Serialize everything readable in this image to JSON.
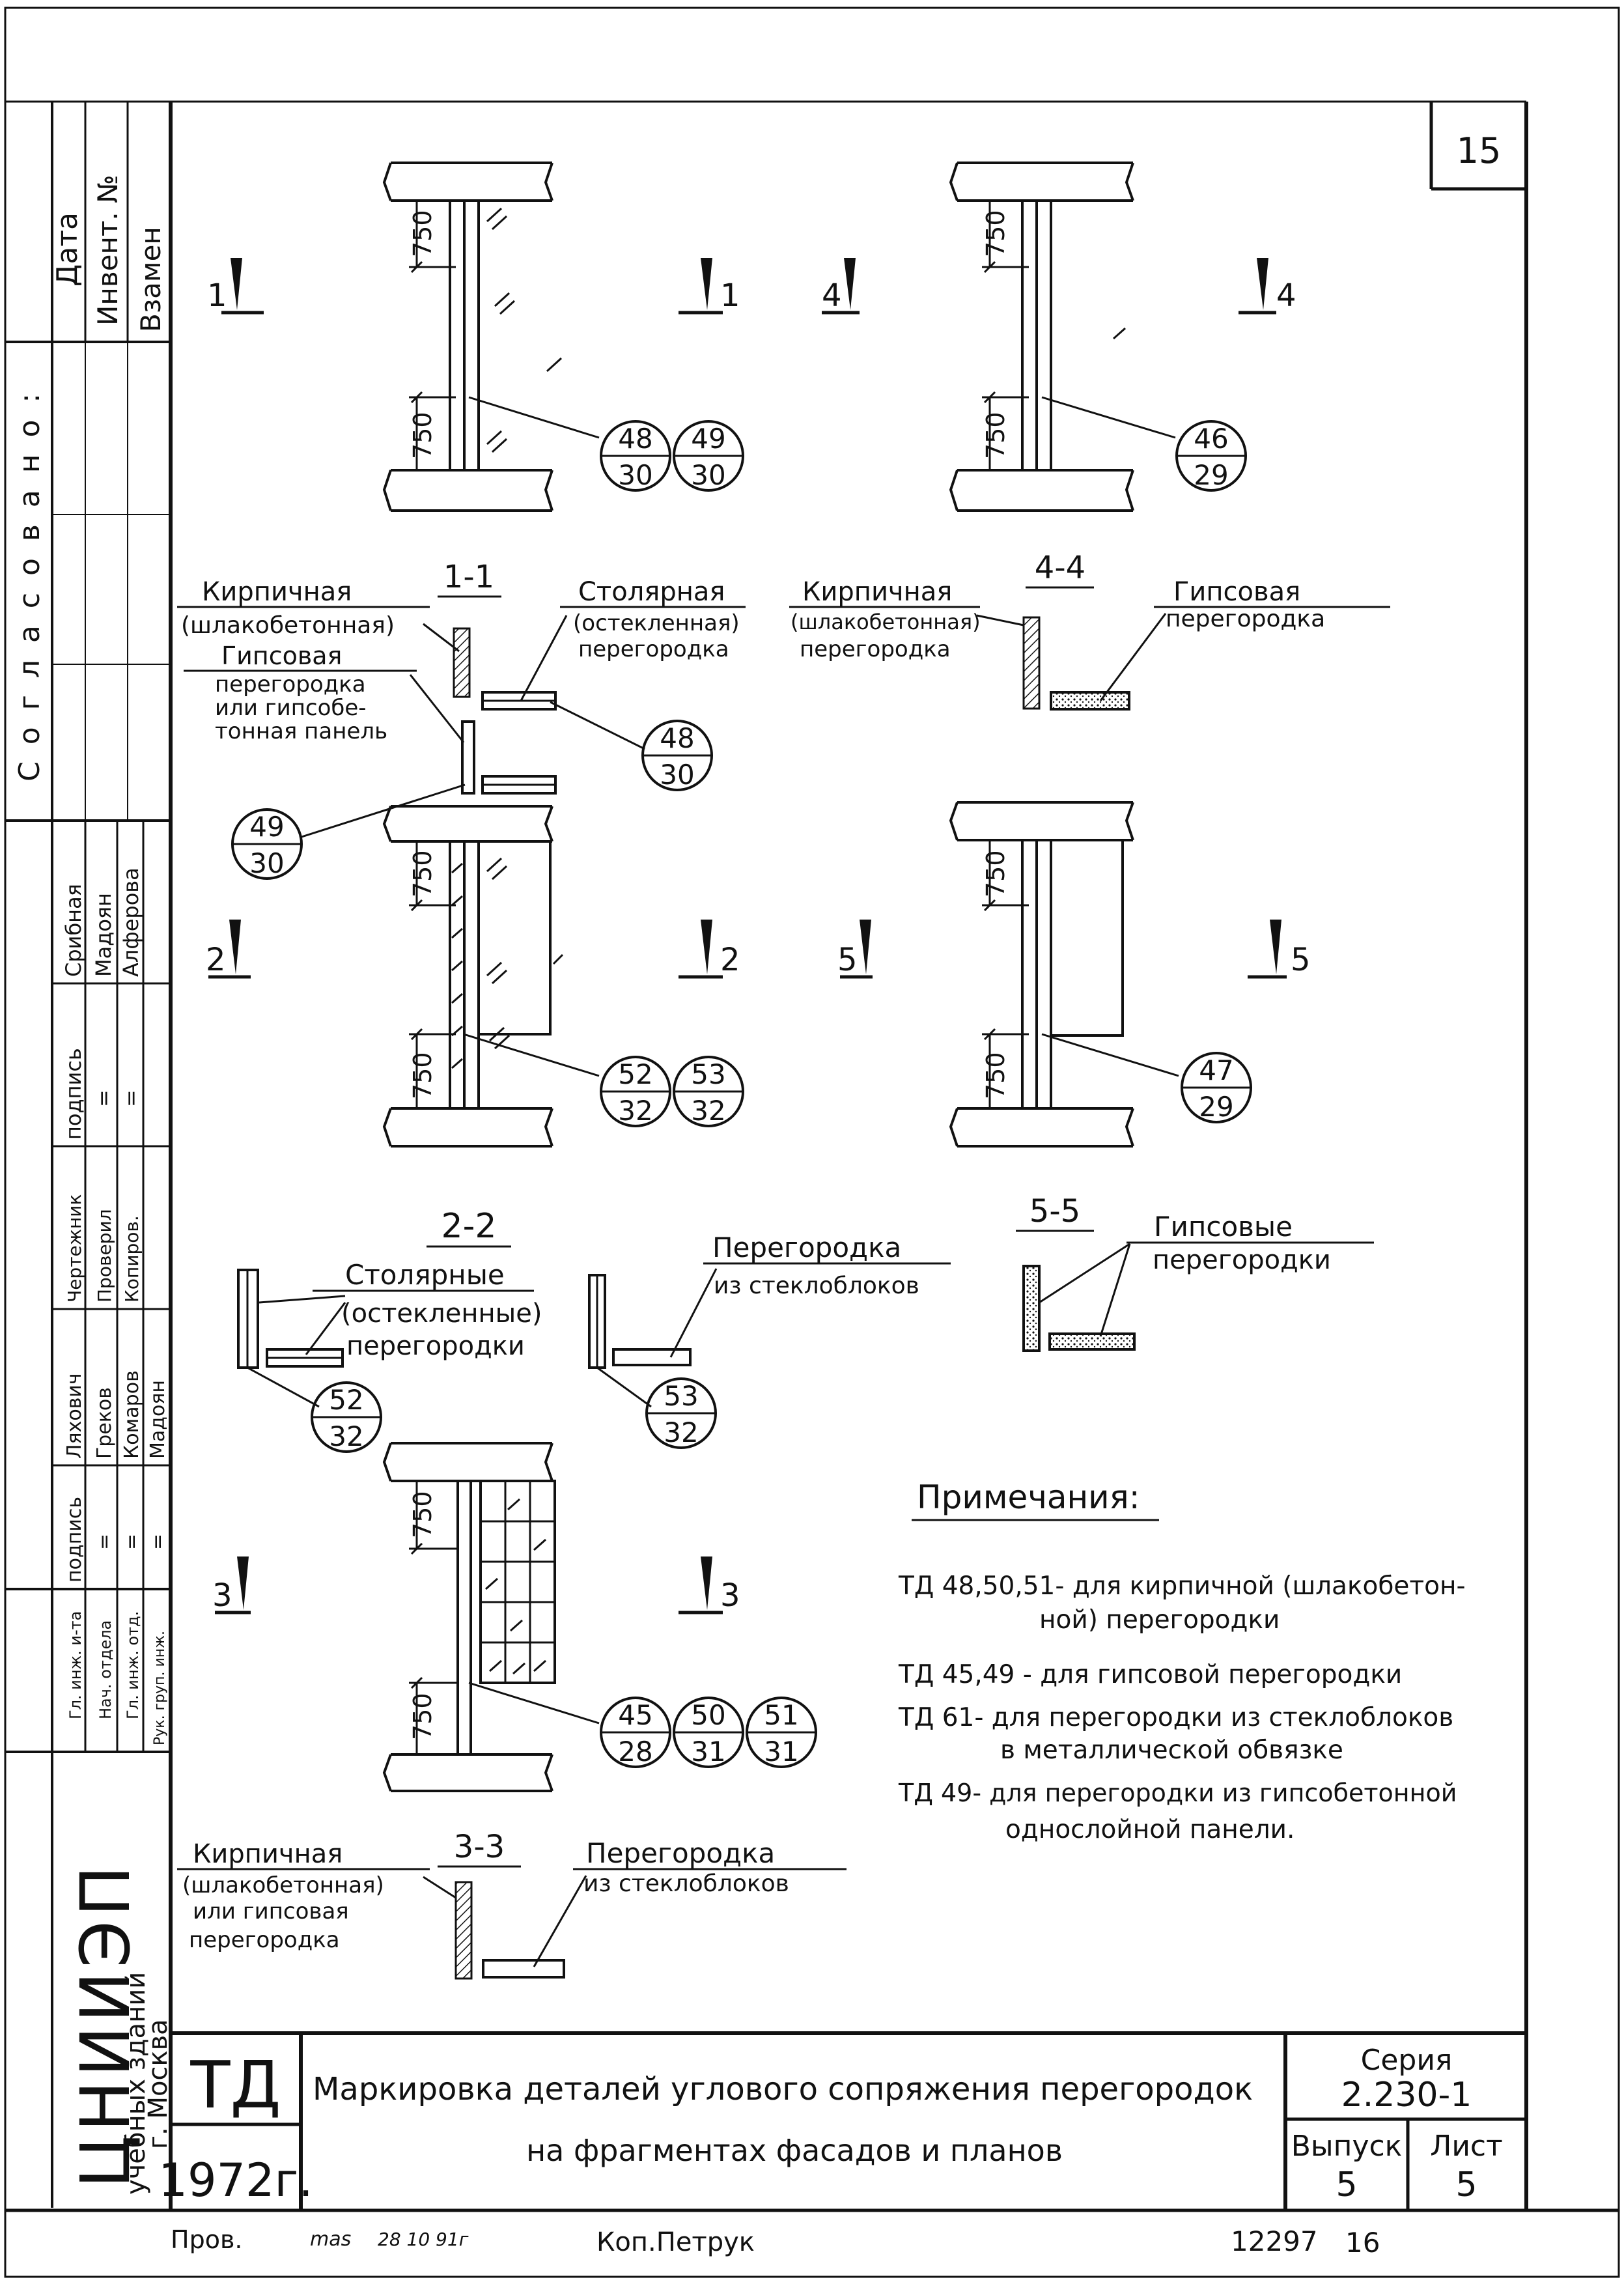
{
  "sheet_number": "15",
  "left_panel": {
    "top": {
      "data": "Дата",
      "invent": "Инвент. №",
      "vzamen": "Взамен"
    },
    "soglasovano": "С о г л а с о в а н о :",
    "signatures": {
      "col_a": [
        "Срибная",
        "подпись",
        "Чертежник",
        "Ляхович",
        "подпись",
        "Гл. инж. и-та"
      ],
      "col_b": [
        "Мадоян",
        "=",
        "Проверил",
        "Греков",
        "=",
        "Нач. отдела"
      ],
      "col_c": [
        "Алферова",
        "=",
        "Копиров.",
        "Комаров",
        "=",
        "Гл. инж. отд."
      ],
      "col_d": [
        "",
        "",
        "",
        "Мадоян",
        "=",
        "Рук. груп. инж."
      ]
    },
    "org": {
      "name": "ЦНИИЭП",
      "line1": "учебных зданий",
      "line2": "г. Москва"
    }
  },
  "elevations": {
    "e1": {
      "dim_top": "750",
      "dim_bottom": "750",
      "mark_left": "1",
      "mark_right": "1",
      "callouts": [
        {
          "top": "48",
          "bottom": "30"
        },
        {
          "top": "49",
          "bottom": "30"
        }
      ]
    },
    "e4": {
      "dim_top": "750",
      "dim_bottom": "750",
      "mark_left": "4",
      "mark_right": "4",
      "callouts": [
        {
          "top": "46",
          "bottom": "29"
        }
      ]
    },
    "e2": {
      "dim_top": "750",
      "dim_bottom": "750",
      "mark_left": "2",
      "mark_right": "2",
      "callouts": [
        {
          "top": "52",
          "bottom": "32"
        },
        {
          "top": "53",
          "bottom": "32"
        }
      ]
    },
    "e5": {
      "dim_top": "750",
      "dim_bottom": "750",
      "mark_left": "5",
      "mark_right": "5",
      "callouts": [
        {
          "top": "47",
          "bottom": "29"
        }
      ]
    },
    "e3": {
      "dim_top": "750",
      "dim_bottom": "750",
      "mark_left": "3",
      "mark_right": "3",
      "callouts": [
        {
          "top": "45",
          "bottom": "28"
        },
        {
          "top": "50",
          "bottom": "31"
        },
        {
          "top": "51",
          "bottom": "31"
        }
      ]
    }
  },
  "sections": {
    "s11": {
      "title": "1-1",
      "brick": [
        "Кирпичная",
        "(шлакобетонная)"
      ],
      "joinery": [
        "Столярная",
        "(остекленная)",
        "перегородка"
      ],
      "gypsum": [
        "Гипсовая",
        "перегородка",
        "или гипсобе-",
        "тонная панель"
      ],
      "callout_a": {
        "top": "48",
        "bottom": "30"
      },
      "callout_b": {
        "top": "49",
        "bottom": "30"
      }
    },
    "s44": {
      "title": "4-4",
      "brick": [
        "Кирпичная",
        "(шлакобетонная)",
        "перегородка"
      ],
      "gypsum": [
        "Гипсовая",
        "перегородка"
      ]
    },
    "s22": {
      "title": "2-2",
      "joinery": [
        "Столярные",
        "(остекленные)",
        "перегородки"
      ],
      "glassblock": [
        "Перегородка",
        "из стеклоблоков"
      ],
      "callout_a": {
        "top": "52",
        "bottom": "32"
      },
      "callout_b": {
        "top": "53",
        "bottom": "32"
      }
    },
    "s55": {
      "title": "5-5",
      "gypsum": [
        "Гипсовые",
        "перегородки"
      ]
    },
    "s33": {
      "title": "3-3",
      "brick": [
        "Кирпичная",
        "(шлакобетонная)",
        "или гипсовая",
        "перегородка"
      ],
      "glassblock": [
        "Перегородка",
        "из стеклоблоков"
      ]
    }
  },
  "notes": {
    "heading": "Примечания:",
    "lines": [
      "ТД 48,50,51- для кирпичной (шлакобетон-",
      "ной) перегородки",
      "ТД 45,49 - для гипсовой перегородки",
      "ТД 61- для перегородки из стеклоблоков",
      "в металлической обвязке",
      "ТД 49- для перегородки из гипсобетонной",
      "однослойной панели."
    ]
  },
  "title_block": {
    "code": "ТД",
    "year": "1972г.",
    "title_line1": "Маркировка деталей углового сопряжения перегородок",
    "title_line2": "на фрагментах фасадов и планов",
    "series_label": "Серия",
    "series_value": "2.230-1",
    "issue_label": "Выпуск",
    "issue_value": "5",
    "sheet_label": "Лист",
    "sheet_value": "5"
  },
  "footer": {
    "prov": "Пров.",
    "sign": "mas",
    "date": "28 10 91г",
    "copy": "Коп.Петрук",
    "num": "12297",
    "num2": "16"
  }
}
